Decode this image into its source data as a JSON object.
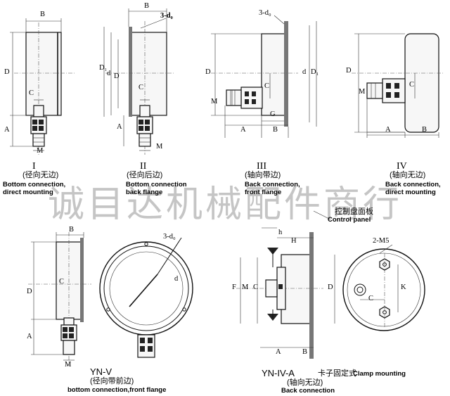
{
  "watermark": "诚目达机械配件商行",
  "views": {
    "I": {
      "numeral": "I",
      "cn": "(径向无边)",
      "en1": "Bottom connection,",
      "en2": "direct mounting"
    },
    "II": {
      "numeral": "II",
      "cn": "(径向后边)",
      "en1": "Bottom connection",
      "en2": "back flange"
    },
    "III": {
      "numeral": "III",
      "cn": "(轴向带边)",
      "en1": "Back connection,",
      "en2": "front flange"
    },
    "IV": {
      "numeral": "IV",
      "cn": "(轴向无边)",
      "en1": "Back connection,",
      "en2": "direct mounting"
    },
    "YNV": {
      "model": "YN-V",
      "cn": "(径向带前边)",
      "en": "bottom connection,front flange"
    },
    "YNIVA": {
      "model": "YN-IV-A",
      "cn": "(轴向无边)",
      "en": "Back connection",
      "clamp_cn": "卡子固定式",
      "clamp_en": "Clamp mounting",
      "panel_cn": "控制盘面板",
      "panel_en": "Control panel"
    }
  },
  "dims": {
    "B": "B",
    "D": "D",
    "D1": "D₁",
    "d": "d",
    "C": "C",
    "A": "A",
    "M": "M",
    "G": "G",
    "d0": "3-d₀",
    "H": "H",
    "h": "h",
    "F": "F",
    "K": "K",
    "M5": "2-M5"
  }
}
